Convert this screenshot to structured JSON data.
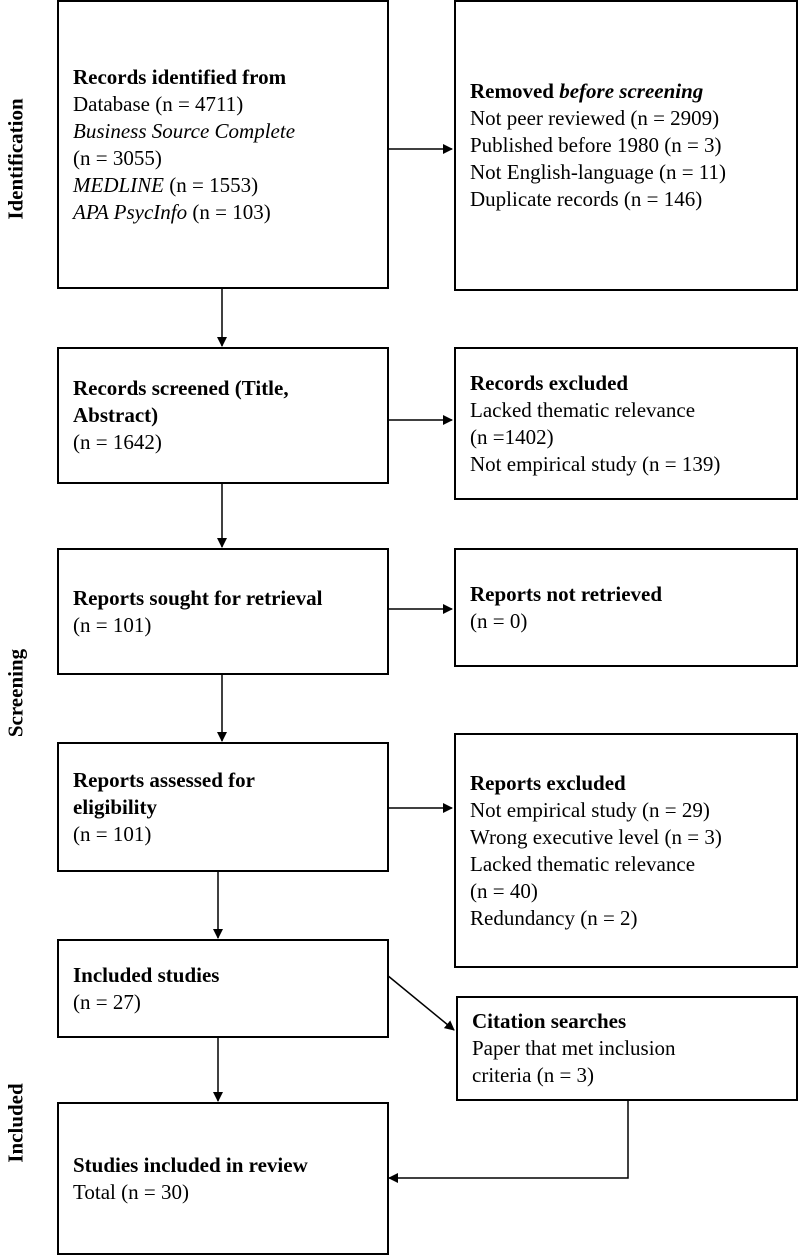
{
  "phases": {
    "identification": "Identification",
    "screening": "Screening",
    "included": "Included"
  },
  "boxes": {
    "records_identified": {
      "title": "Records identified from",
      "database": "Database (n = 4711)",
      "source1_name": "Business Source Complete",
      "source1_count": "(n = 3055)",
      "source2_name": "MEDLINE",
      "source2_count": " (n = 1553)",
      "source3_name": "APA PsycInfo",
      "source3_count": " (n = 103)"
    },
    "removed_before_screening": {
      "title_prefix": "Removed ",
      "title_emphasis": "before screening",
      "items": [
        "Not peer reviewed (n = 2909)",
        "Published before 1980 (n = 3)",
        "Not English-language (n = 11)",
        "Duplicate records (n = 146)"
      ]
    },
    "records_screened": {
      "title_line1": "Records screened (Title,",
      "title_line2": "Abstract)",
      "count": "(n = 1642)"
    },
    "records_excluded": {
      "title": "Records excluded",
      "items": [
        "Lacked thematic relevance",
        "(n =1402)",
        "Not empirical study (n = 139)"
      ]
    },
    "reports_sought": {
      "title": "Reports sought for retrieval",
      "count": "(n = 101)"
    },
    "reports_not_retrieved": {
      "title": "Reports not retrieved",
      "count": "(n = 0)"
    },
    "reports_assessed": {
      "title_line1": "Reports assessed for",
      "title_line2": "eligibility",
      "count": "(n = 101)"
    },
    "reports_excluded": {
      "title": "Reports excluded",
      "items": [
        "Not empirical study (n = 29)",
        "Wrong executive level (n = 3)",
        "Lacked thematic relevance",
        "(n = 40)",
        "Redundancy (n = 2)"
      ]
    },
    "included_studies": {
      "title": "Included studies",
      "count": "(n = 27)"
    },
    "citation_searches": {
      "title": "Citation searches",
      "items": [
        "Paper that met inclusion",
        "criteria (n = 3)"
      ]
    },
    "studies_in_review": {
      "title": "Studies included in review",
      "total": "Total (n = 30)"
    }
  }
}
